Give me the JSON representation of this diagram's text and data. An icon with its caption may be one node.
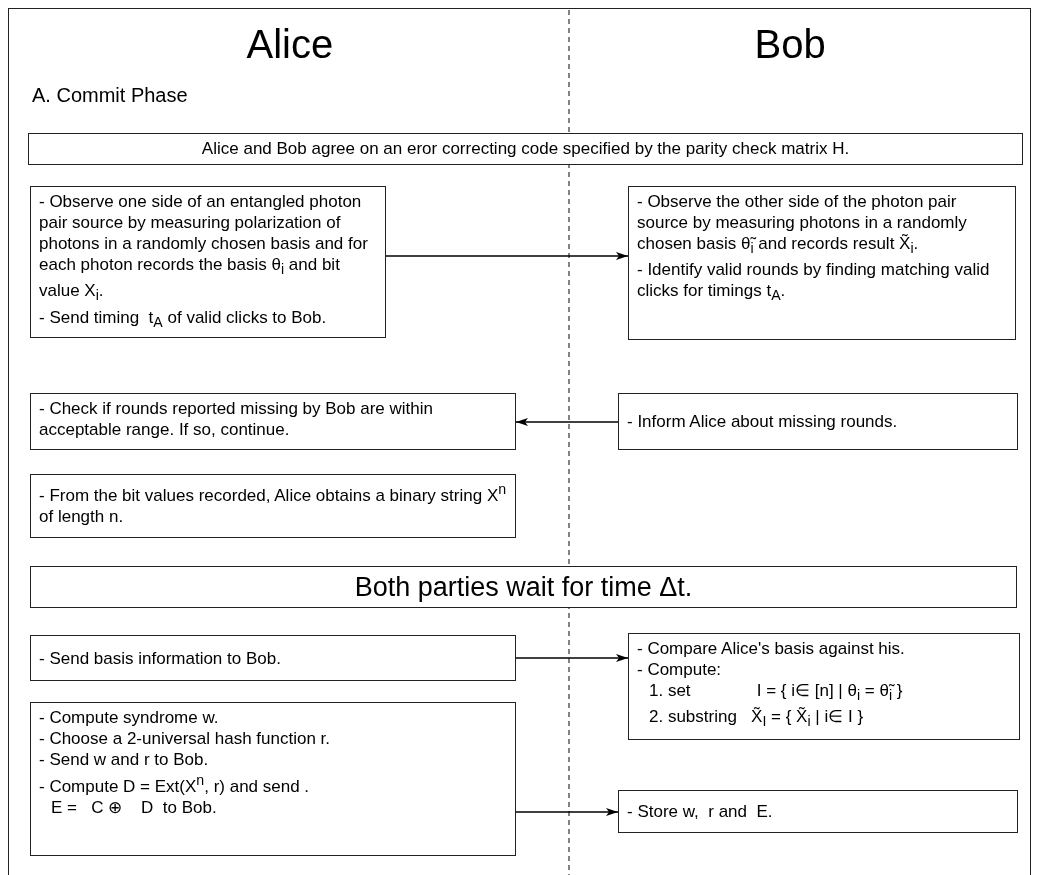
{
  "diagram": {
    "nodes": [
      {
        "text": [
          "Alice and Bob agree on an eror correcting code specified by the parity check matrix H."
        ]
      },
      {
        "text": [
          "- Observe one side of an entangled photon pair source by measuring polarization of photons in a randomly chosen basis and for each photon records the basis θ$_{i}$ and bit value X$_{i}$.",
          "- Send timing  t$_{A}$ of valid clicks to Bob."
        ]
      },
      {
        "text": [
          "- Observe the other side of the photon pair source by measuring photons in a randomly chosen basis θ̃$_{i}$ and records result X̃$_{i}$.",
          "- Identify valid rounds by finding matching valid clicks for timings t$_{A}$."
        ]
      },
      {
        "text": [
          "- Check if rounds reported missing by Bob are within acceptable range. If so, continue."
        ]
      },
      {
        "text": [
          "- Inform Alice about missing rounds."
        ]
      },
      {
        "text": [
          "- From the bit values recorded, Alice obtains a binary string X$^{n}$ of length n."
        ]
      },
      {
        "text": [
          "Both parties wait for time Δt."
        ]
      },
      {
        "text": [
          "- Send basis information to Bob."
        ]
      },
      {
        "text": [
          "- Compare Alice's basis against his.",
          "- Compute:",
          "1. set              I = { i∈ [n] | θ$_{i}$ = θ̃$_{i}$ }",
          "2. substring   X̃$_{I}$ = { X̃$_{i}$ | i∈ I }"
        ]
      },
      {
        "text": [
          "- Compute syndrome w.",
          "- Choose a 2-universal hash function r.",
          "- Send w and r to Bob.",
          "- Compute D = Ext(X$^{n}$, r) and send .",
          "E =   C ⊕    D  to Bob."
        ]
      },
      {
        "text": [
          "- Store w,  r and  E."
        ]
      }
    ],
    "edges": [
      {
        "from": 1,
        "to": 2,
        "arrow": "to"
      },
      {
        "from": 4,
        "to": 3,
        "arrow": "to"
      },
      {
        "from": 7,
        "to": 8,
        "arrow": "to"
      },
      {
        "from": 9,
        "to": 10,
        "arrow": "to"
      }
    ],
    "labels": [
      "Alice",
      "Bob",
      "A.  Commit Phase"
    ]
  }
}
